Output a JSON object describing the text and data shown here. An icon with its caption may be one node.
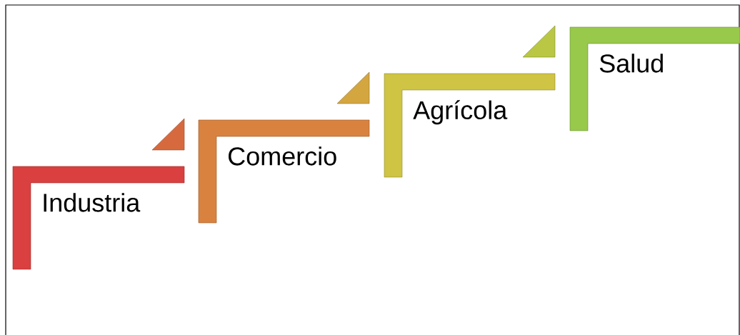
{
  "diagram": {
    "nodes": [
      {
        "text": [
          "Industria"
        ]
      },
      {
        "text": [
          "Comercio"
        ]
      },
      {
        "text": [
          "Agrícola"
        ]
      },
      {
        "text": [
          "Salud"
        ]
      }
    ]
  }
}
